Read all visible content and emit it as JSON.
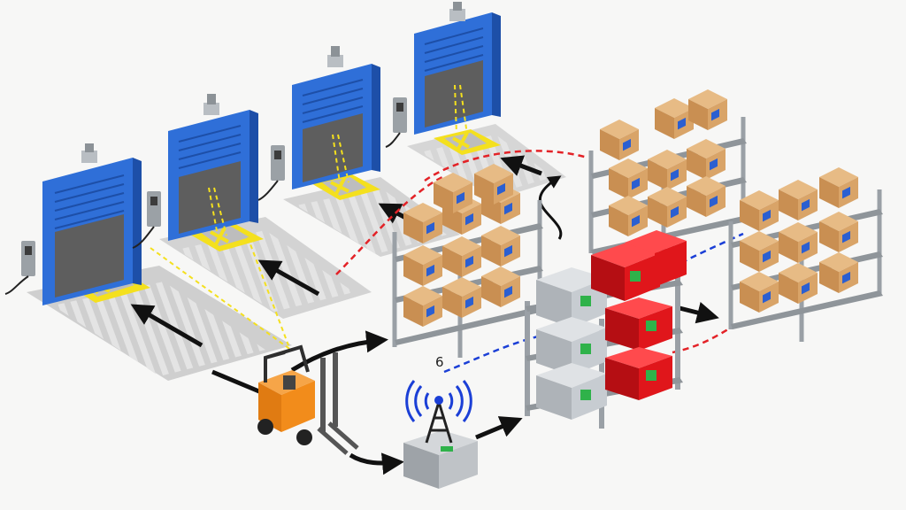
{
  "diagram": {
    "label_text": "6",
    "colors": {
      "door_blue": "#2f6fd8",
      "door_blue_dark": "#1d4fa8",
      "floor_yellow": "#f4e01e",
      "crate_red": "#e0161b",
      "crate_silver": "#c7ccd1",
      "box_brown": "#d7a46a",
      "rack_gray": "#9aa0a6",
      "forklift_orange": "#f28c1b",
      "signal_blue": "#1b3fd6",
      "signal_red": "#e32227",
      "arrow_black": "#111111"
    },
    "dock_doors": [
      {
        "name": "dock-door-1"
      },
      {
        "name": "dock-door-2"
      },
      {
        "name": "dock-door-3"
      },
      {
        "name": "dock-door-4"
      }
    ],
    "icons": {
      "forklift": "forklift-icon",
      "antenna": "wireless-antenna-icon",
      "gateway": "gateway-box-icon",
      "door_reader": "door-rfid-reader-icon",
      "wall_terminal": "wall-terminal-icon"
    }
  }
}
